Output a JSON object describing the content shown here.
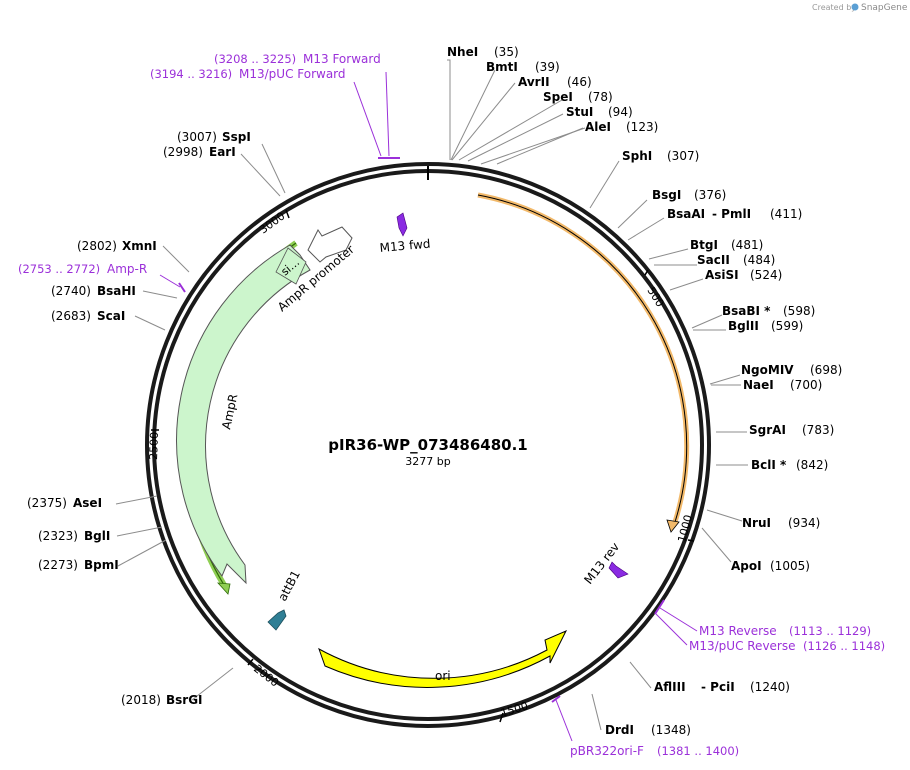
{
  "credit": {
    "created_by": "Created by",
    "brand": "SnapGene"
  },
  "plasmid": {
    "name": "pIR36-WP_073486480.1",
    "length_label": "3277 bp",
    "length": 3277
  },
  "ticks": [
    {
      "pos": 500,
      "label": "500"
    },
    {
      "pos": 1000,
      "label": "1000"
    },
    {
      "pos": 1500,
      "label": "1500"
    },
    {
      "pos": 2000,
      "label": "2000"
    },
    {
      "pos": 2500,
      "label": "2500"
    },
    {
      "pos": 3000,
      "label": "3000"
    }
  ],
  "sites": [
    {
      "name": "NheI",
      "pos": "(35)"
    },
    {
      "name": "BmtI",
      "pos": "(39)"
    },
    {
      "name": "AvrII",
      "pos": "(46)"
    },
    {
      "name": "SpeI",
      "pos": "(78)"
    },
    {
      "name": "StuI",
      "pos": "(94)"
    },
    {
      "name": "AleI",
      "pos": "(123)"
    },
    {
      "name": "SphI",
      "pos": "(307)"
    },
    {
      "name": "BsgI",
      "pos": "(376)"
    },
    {
      "name": "BsaAI",
      "pos": "(411)",
      "extra": "PmlI"
    },
    {
      "name": "BtgI",
      "pos": "(481)"
    },
    {
      "name": "SacII",
      "pos": "(484)"
    },
    {
      "name": "AsiSI",
      "pos": "(524)"
    },
    {
      "name": "BsaBI",
      "pos": "(598)",
      "star": true
    },
    {
      "name": "BglII",
      "pos": "(599)"
    },
    {
      "name": "NgoMIV",
      "pos": "(698)"
    },
    {
      "name": "NaeI",
      "pos": "(700)"
    },
    {
      "name": "SgrAI",
      "pos": "(783)"
    },
    {
      "name": "BclI",
      "pos": "(842)",
      "star": true
    },
    {
      "name": "NruI",
      "pos": "(934)"
    },
    {
      "name": "ApoI",
      "pos": "(1005)"
    },
    {
      "name": "AflIII",
      "pos": "(1240)",
      "extra": "PciI"
    },
    {
      "name": "DrdI",
      "pos": "(1348)"
    },
    {
      "name": "BsrGI",
      "pos": "(2018)"
    },
    {
      "name": "BpmI",
      "pos": "(2273)"
    },
    {
      "name": "BglI",
      "pos": "(2323)"
    },
    {
      "name": "AseI",
      "pos": "(2375)"
    },
    {
      "name": "ScaI",
      "pos": "(2683)"
    },
    {
      "name": "BsaHI",
      "pos": "(2740)"
    },
    {
      "name": "XmnI",
      "pos": "(2802)"
    },
    {
      "name": "EarI",
      "pos": "(2998)"
    },
    {
      "name": "SspI",
      "pos": "(3007)"
    }
  ],
  "primers": [
    {
      "name": "M13 Forward",
      "range": "(3208 .. 3225)"
    },
    {
      "name": "M13/pUC Forward",
      "range": "(3194 .. 3216)"
    },
    {
      "name": "Amp-R",
      "range": "(2753 .. 2772)"
    },
    {
      "name": "M13 Reverse",
      "range": "(1113 .. 1129)"
    },
    {
      "name": "M13/pUC Reverse",
      "range": "(1126 .. 1148)"
    },
    {
      "name": "pBR322ori-F",
      "range": "(1381 .. 1400)"
    }
  ],
  "features": [
    {
      "name": "AmpR promoter"
    },
    {
      "name": "AmpR"
    },
    {
      "name": "si…"
    },
    {
      "name": "ori"
    },
    {
      "name": "attB1"
    },
    {
      "name": "M13 fwd"
    },
    {
      "name": "M13 rev"
    }
  ],
  "colors": {
    "primer": "#9b30d9",
    "orange_feature": "#f2b96a",
    "green_feature": "#8fce53",
    "ampr_fill": "#ccf5cc",
    "ori_fill": "#ffff00",
    "attb_fill": "#2f7f95",
    "m13_fill": "#8a2be2"
  }
}
